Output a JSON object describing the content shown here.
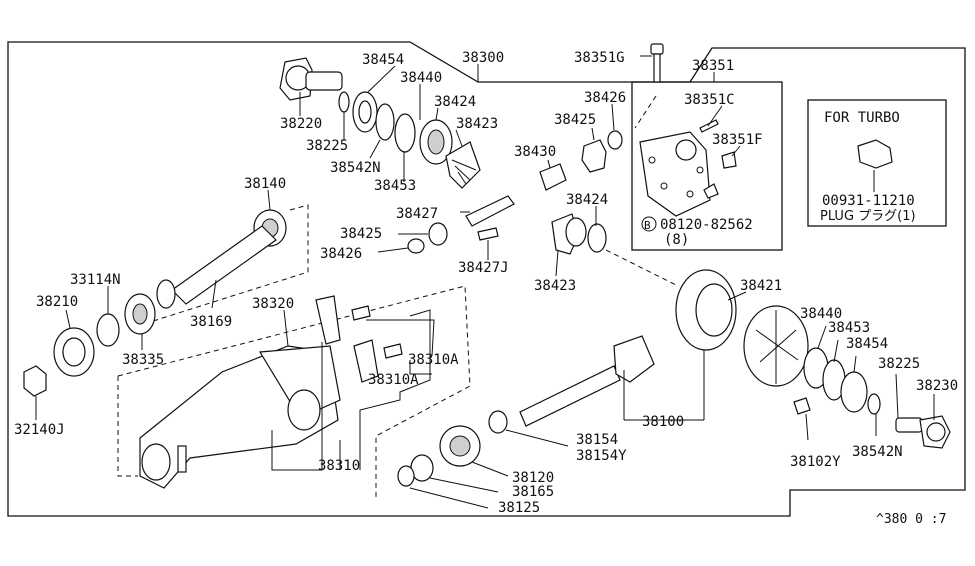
{
  "parts": {
    "p38300": "38300",
    "p38351G": "38351G",
    "p38351": "38351",
    "p38351C": "38351C",
    "p38351F": "38351F",
    "bolt_code": "08120-82562",
    "bolt_circle": "B",
    "bolt_qty": "(8)",
    "p38454_top": "38454",
    "p38440_top": "38440",
    "p38424_top": "38424",
    "p38423_top": "38423",
    "p38220": "38220",
    "p38225_top": "38225",
    "p38542N_top": "38542N",
    "p38453_top": "38453",
    "p38426_top": "38426",
    "p38425_top": "38425",
    "p38430": "38430",
    "p38427": "38427",
    "p38427J": "38427J",
    "p38424_mid": "38424",
    "p38425_mid": "38425",
    "p38426_mid": "38426",
    "p38423_mid": "38423",
    "p38140": "38140",
    "p33114N": "33114N",
    "p38210": "38210",
    "p38169": "38169",
    "p38335": "38335",
    "p32140J": "32140J",
    "p38320": "38320",
    "p38310A_1": "38310A",
    "p38310A_2": "38310A",
    "p38310": "38310",
    "p38421": "38421",
    "p38440_right": "38440",
    "p38453_right": "38453",
    "p38454_right": "38454",
    "p38225_right": "38225",
    "p38230": "38230",
    "p38542N_right": "38542N",
    "p38102Y": "38102Y",
    "p38100": "38100",
    "p38154": "38154",
    "p38154Y": "38154Y",
    "p38120": "38120",
    "p38165": "38165",
    "p38125": "38125"
  },
  "turbo": {
    "title": "FOR TURBO",
    "code": "00931-11210",
    "label": "PLUG プラグ(1)"
  },
  "diagram_ref": "^380 0 :7"
}
